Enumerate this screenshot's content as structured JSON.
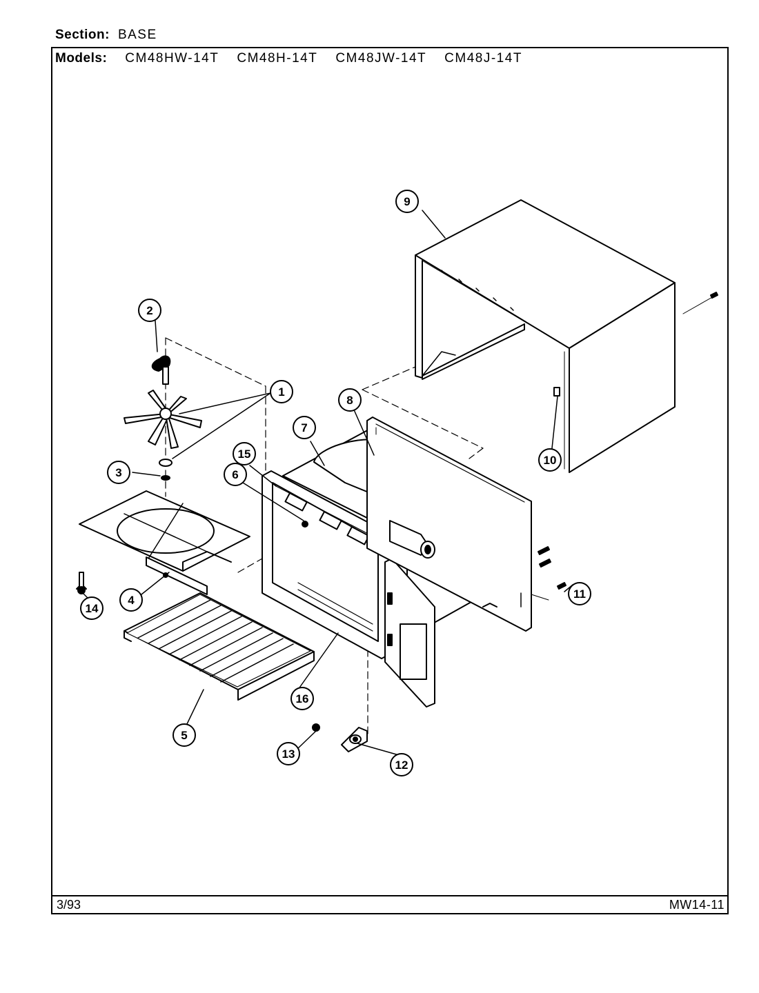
{
  "header": {
    "section_label": "Section:",
    "section_value": "BASE",
    "models_label": "Models:",
    "models": [
      "CM48HW-14T",
      "CM48H-14T",
      "CM48JW-14T",
      "CM48J-14T"
    ]
  },
  "footer": {
    "date": "3/93",
    "page_code": "MW14-11"
  },
  "callouts": [
    "1",
    "2",
    "3",
    "4",
    "5",
    "6",
    "7",
    "8",
    "9",
    "10",
    "11",
    "12",
    "13",
    "14",
    "15",
    "16"
  ]
}
